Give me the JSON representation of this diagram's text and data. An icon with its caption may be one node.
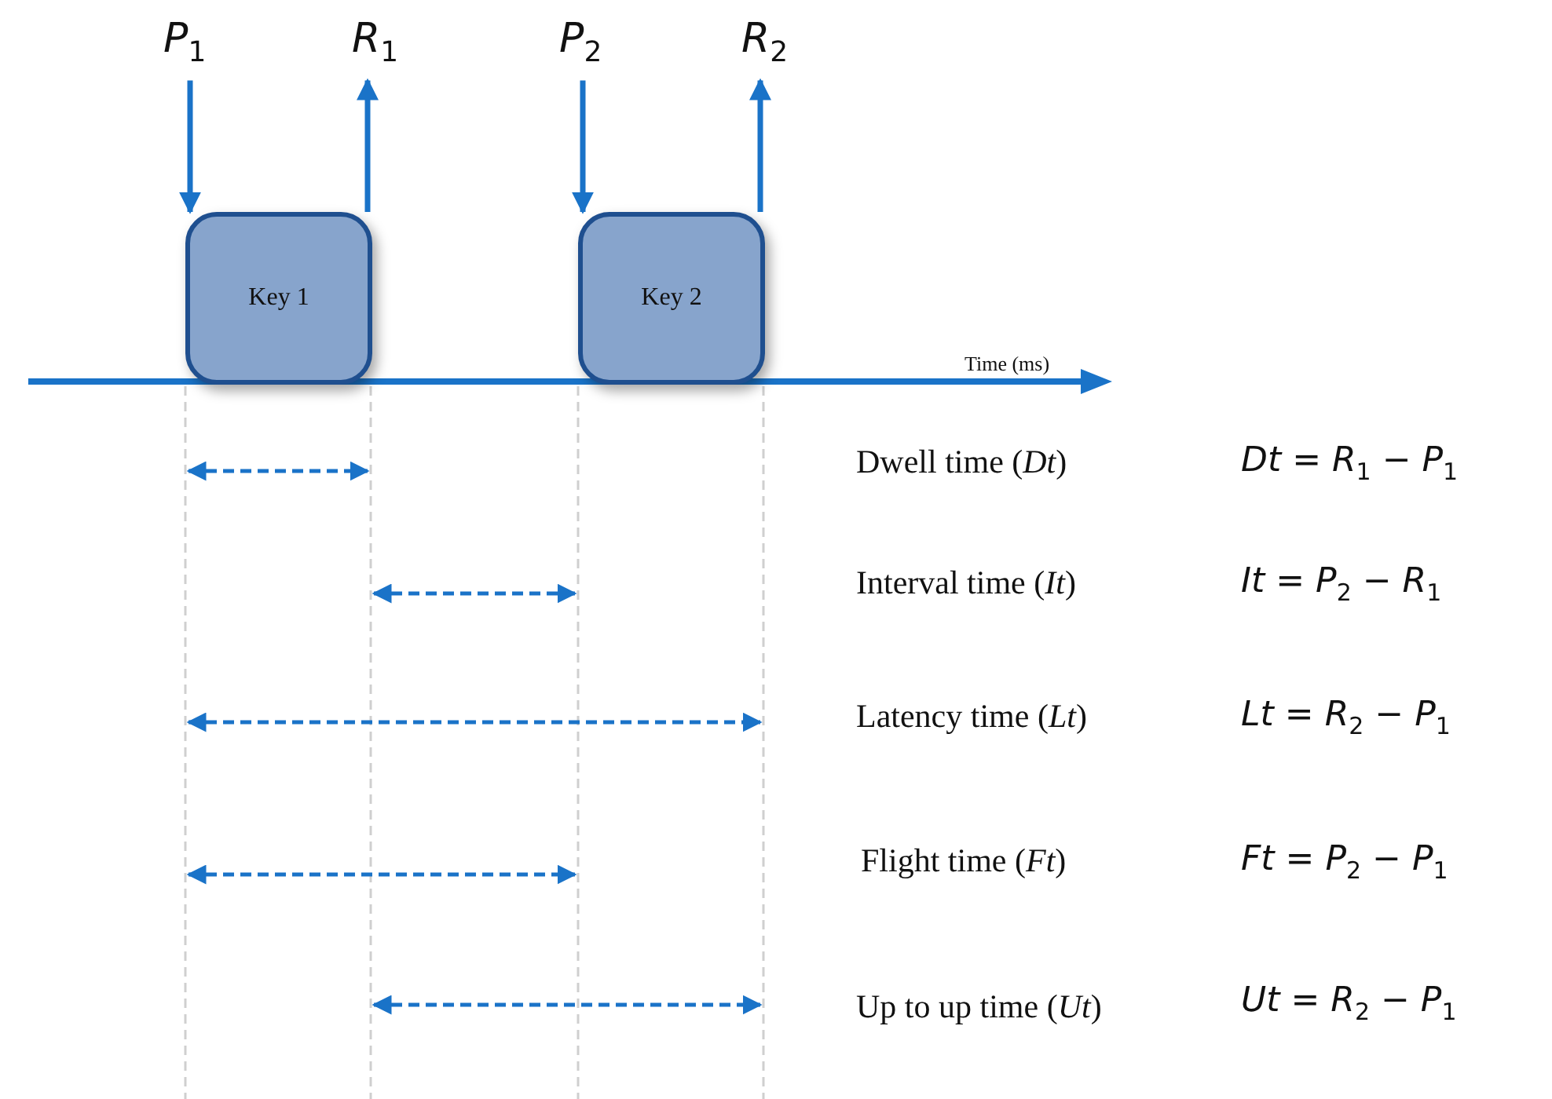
{
  "diagram": {
    "nodes": [
      {
        "text": [
          "P$_{1}$"
        ]
      },
      {
        "text": [
          "R$_{1}$"
        ]
      },
      {
        "text": [
          "P$_{2}$"
        ]
      },
      {
        "text": [
          "R$_{2}$"
        ]
      },
      {
        "text": [
          "Key 1"
        ]
      },
      {
        "text": [
          "Key 2"
        ]
      }
    ],
    "edges": [
      {
        "from": 0,
        "to": 4,
        "arrow": "to"
      },
      {
        "from": 4,
        "to": 1,
        "arrow": "to"
      },
      {
        "from": 2,
        "to": 5,
        "arrow": "to"
      },
      {
        "from": 5,
        "to": 3,
        "arrow": "to"
      }
    ],
    "labels": [
      "Time (ms)",
      "Dwell time (*Dt*)",
      "*Dt* = *R*$_{1}$ − *P*$_{1}$",
      "Interval time (*It*)",
      "*It* = *P*$_{2}$ − *R*$_{1}$",
      "Latency time (*Lt*)",
      "*Lt* = *R*$_{2}$ − *P*$_{1}$",
      "Flight time (*Ft*)",
      "*Ft* = *P*$_{2}$ − *P*$_{1}$",
      "Up to up time (*Ut*)",
      "*Ut* = *R*$_{2}$ − *P*$_{1}$"
    ]
  }
}
